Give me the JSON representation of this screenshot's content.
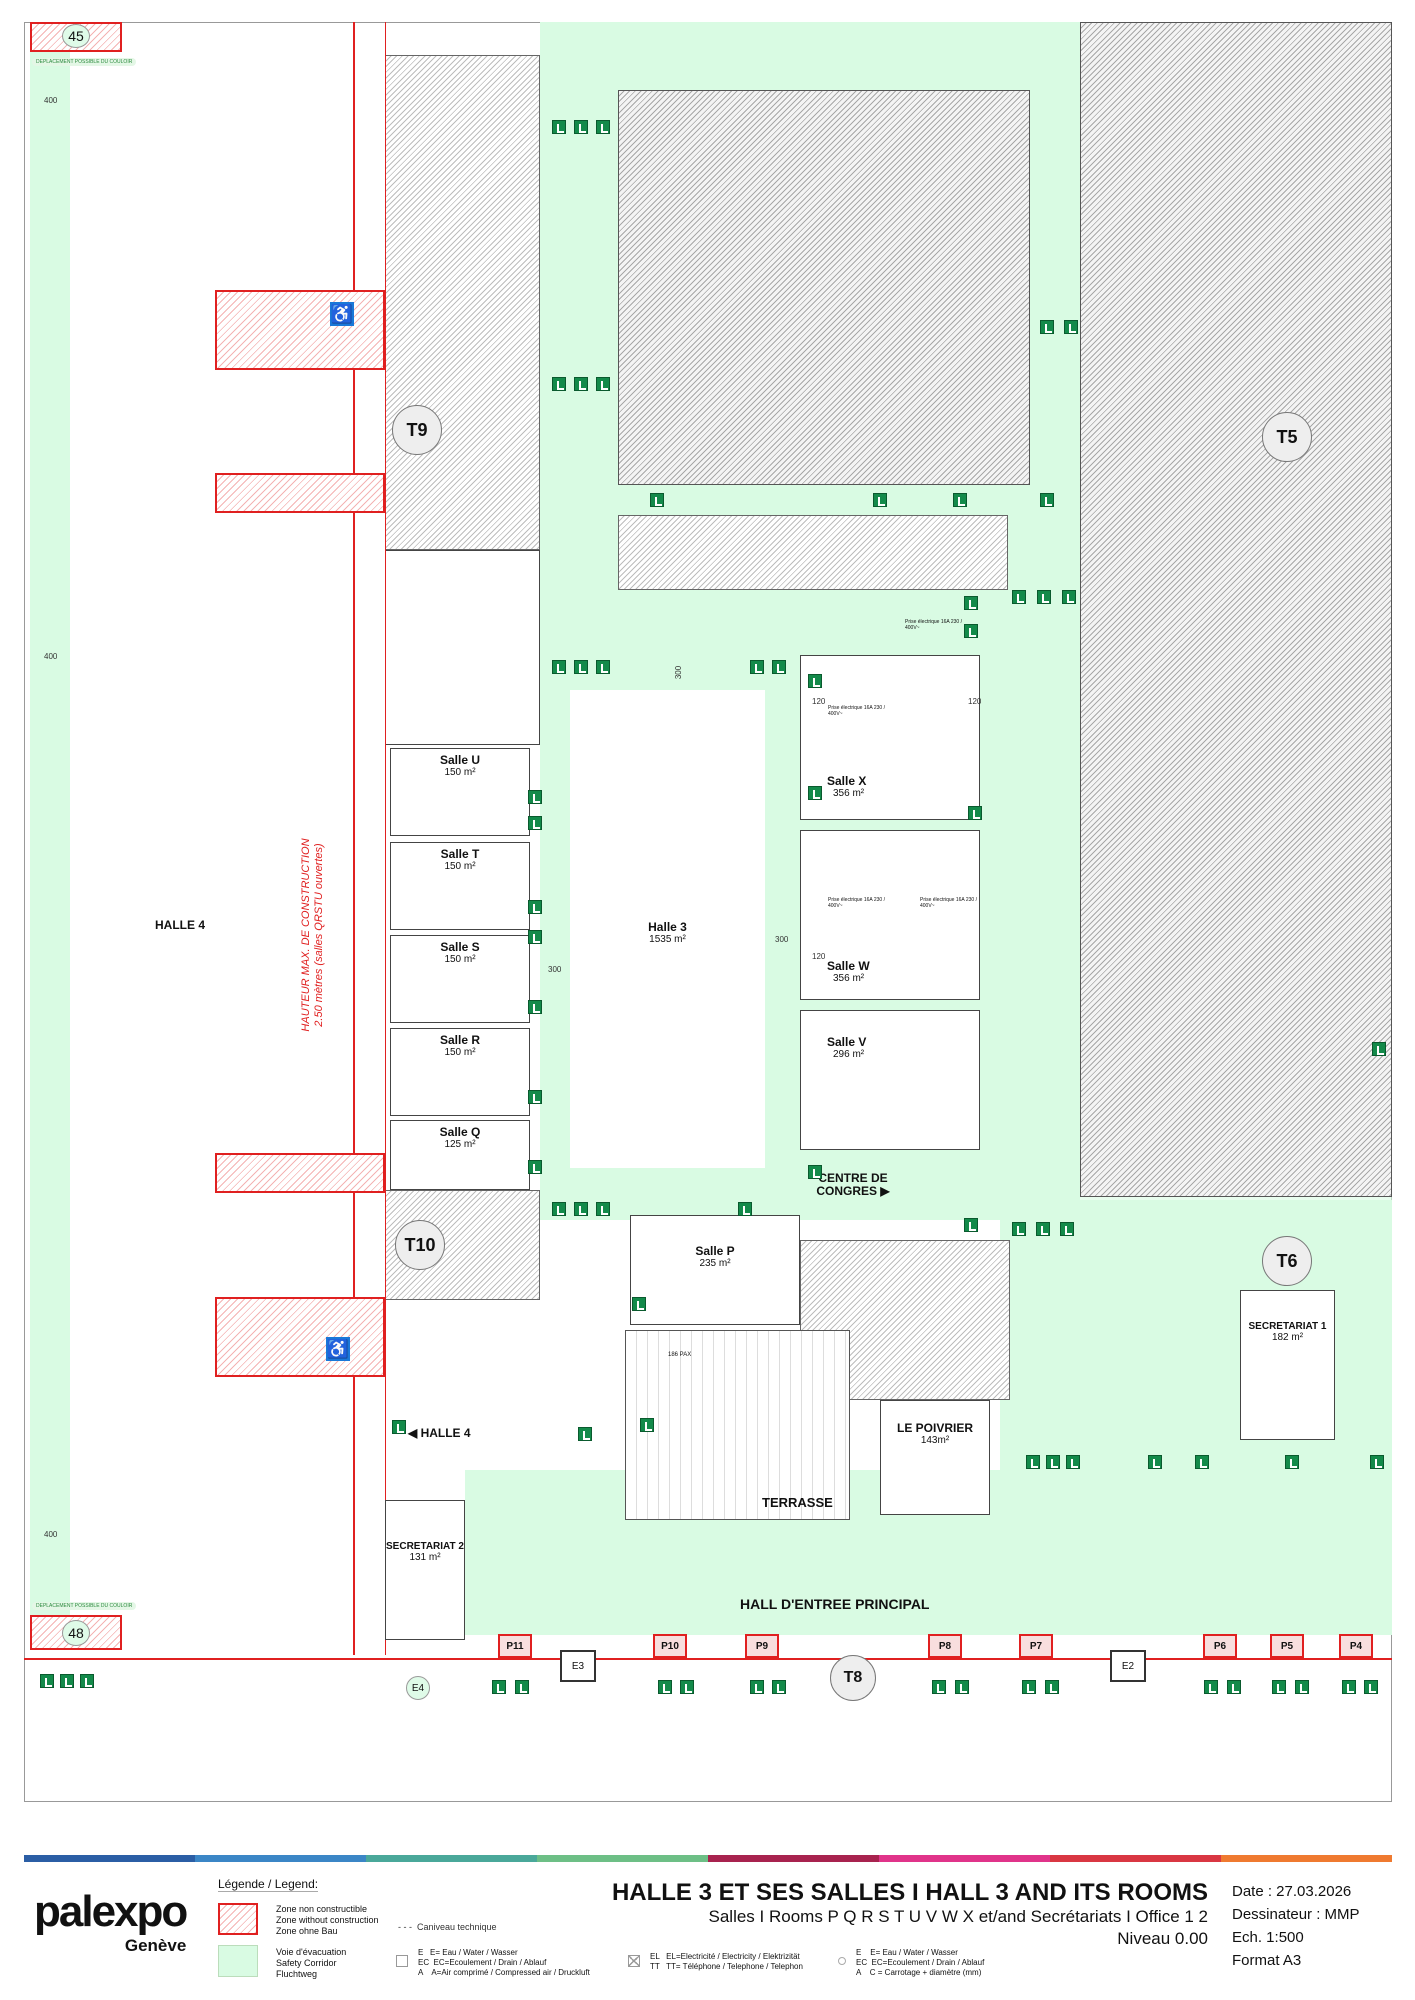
{
  "plan": {
    "halle4_label": "HALLE 4",
    "halle4_link_label": "HALLE 4",
    "height_note_line1": "HAUTEUR MAX. DE CONSTRUCTION",
    "height_note_line2": "2.50 mètres  (salles QRSTU ouvertes)",
    "corridor_note": "DEPLACEMENT POSSIBLE DU COULOIR",
    "power_outlet": "Prise électrique 16A 230 / 400V~",
    "dim_400": "400",
    "dim_300": "300",
    "dim_120": "120",
    "rooms": {
      "u": {
        "name": "Salle U",
        "area": "150 m²"
      },
      "t": {
        "name": "Salle T",
        "area": "150 m²"
      },
      "s": {
        "name": "Salle S",
        "area": "150 m²"
      },
      "r": {
        "name": "Salle R",
        "area": "150 m²"
      },
      "q": {
        "name": "Salle Q",
        "area": "125 m²"
      },
      "halle3": {
        "name": "Halle 3",
        "area": "1535 m²"
      },
      "x": {
        "name": "Salle X",
        "area": "356 m²"
      },
      "w": {
        "name": "Salle W",
        "area": "356 m²"
      },
      "v": {
        "name": "Salle V",
        "area": "296 m²"
      },
      "p": {
        "name": "Salle P",
        "area": "235 m²"
      },
      "poivrier": {
        "name": "LE POIVRIER",
        "area": "143m²"
      },
      "sec1": {
        "name": "SECRETARIAT 1",
        "area": "182 m²"
      },
      "sec2": {
        "name": "SECRETARIAT 2",
        "area": "131 m²"
      }
    },
    "centre_congres": "CENTRE DE CONGRES",
    "terrasse": "TERRASSE",
    "hall_entree": "HALL D'ENTREE PRINCIPAL",
    "pax": "186 PAX",
    "markers": {
      "n45": "45",
      "n48": "48",
      "t9": "T9",
      "t5": "T5",
      "t10": "T10",
      "t6": "T6",
      "t8": "T8",
      "e4": "E4",
      "e3": "E3",
      "e2": "E2"
    },
    "entrances": [
      "P11",
      "P10",
      "P9",
      "P8",
      "P7",
      "P6",
      "P5",
      "P4"
    ]
  },
  "legend": {
    "title": "Légende / Legend:",
    "zone_nc": [
      "Zone non constructible",
      "Zone without construction",
      "Zone ohne Bau"
    ],
    "corridor": [
      "Voie d'évacuation",
      "Safety Corridor",
      "Fluchtweg"
    ],
    "caniveau": "Caniveau technique",
    "water": [
      "E   E= Eau / Water / Wasser",
      "EC  EC=Ecoulement / Drain / Ablauf",
      "A    A=Air comprimé / Compressed air / Druckluft"
    ],
    "elec": [
      "EL   EL=Electricité / Electricity / Elektrizität",
      "TT   TT= Téléphone / Telephone / Telephon"
    ],
    "core": [
      "E    E= Eau / Water / Wasser",
      "EC  EC=Ecoulement / Drain / Ablauf",
      "A    C = Carrotage + diamètre (mm)"
    ]
  },
  "brand": {
    "name": "palexpo",
    "city": "Genève"
  },
  "title": {
    "main": "HALLE 3 ET SES SALLES I HALL 3 AND ITS ROOMS",
    "sub": "Salles I Rooms P Q R S T U V W X et/and Secrétariats I Office 1 2",
    "level": "Niveau 0.00"
  },
  "info": {
    "date": "Date : 27.03.2026",
    "drawer": "Dessinateur : MMP",
    "scale": "Ech. 1:500",
    "format": "Format A3"
  },
  "colors": {
    "stripe": [
      "#2b5ea5",
      "#3b86c6",
      "#4aa89a",
      "#6dbf86",
      "#a8234f",
      "#e0348a",
      "#d93743",
      "#ef7a30"
    ],
    "corridor": "#d9fbe3",
    "zone": "#e02020",
    "exit": "#138a4a"
  }
}
